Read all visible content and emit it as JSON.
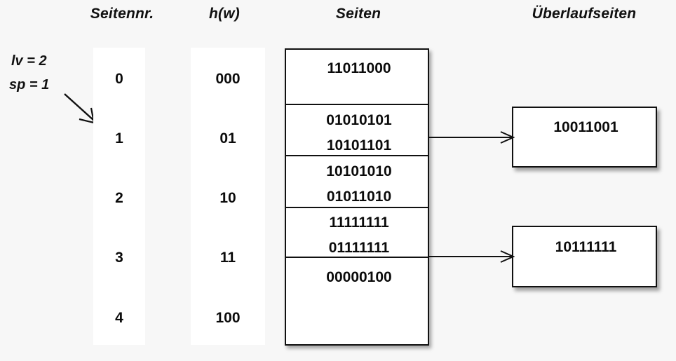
{
  "background_color": "#f7f7f7",
  "headers": {
    "seitennr": "Seitennr.",
    "hw": "h(w)",
    "seiten": "Seiten",
    "ueberlaufseiten": "Überlaufseiten"
  },
  "annotations": {
    "lv": "lv = 2",
    "sp": "sp = 1",
    "pointer_icon": "diagonal-arrow-icon"
  },
  "columns": {
    "seitennr": {
      "label": "Seitennr.",
      "values": [
        "0",
        "1",
        "2",
        "3",
        "4"
      ]
    },
    "hw": {
      "label": "h(w)",
      "values": [
        "000",
        "01",
        "10",
        "11",
        "100"
      ]
    }
  },
  "seiten_table": {
    "label": "Seiten",
    "rows": [
      {
        "page": "0",
        "entries": [
          "11011000"
        ]
      },
      {
        "page": "1",
        "entries": [
          "01010101",
          "10101101"
        ]
      },
      {
        "page": "2",
        "entries": [
          "10101010",
          "01011010"
        ]
      },
      {
        "page": "3",
        "entries": [
          "11111111",
          "01111111"
        ]
      },
      {
        "page": "4",
        "entries": [
          "00000100"
        ]
      }
    ]
  },
  "overflow_pages": {
    "label": "Überlaufseiten",
    "boxes": [
      {
        "from_page": "1",
        "entries": [
          "10011001"
        ]
      },
      {
        "from_page": "3",
        "entries": [
          "10111111"
        ]
      }
    ]
  },
  "connectors": [
    {
      "from": "seiten-row-1",
      "to": "overflow-box-0",
      "icon": "arrow-right-icon"
    },
    {
      "from": "seiten-row-3",
      "to": "overflow-box-1",
      "icon": "arrow-right-icon"
    }
  ],
  "colors": {
    "stroke": "#111111",
    "box_fill": "#ffffff",
    "text": "#0b0b0b"
  }
}
